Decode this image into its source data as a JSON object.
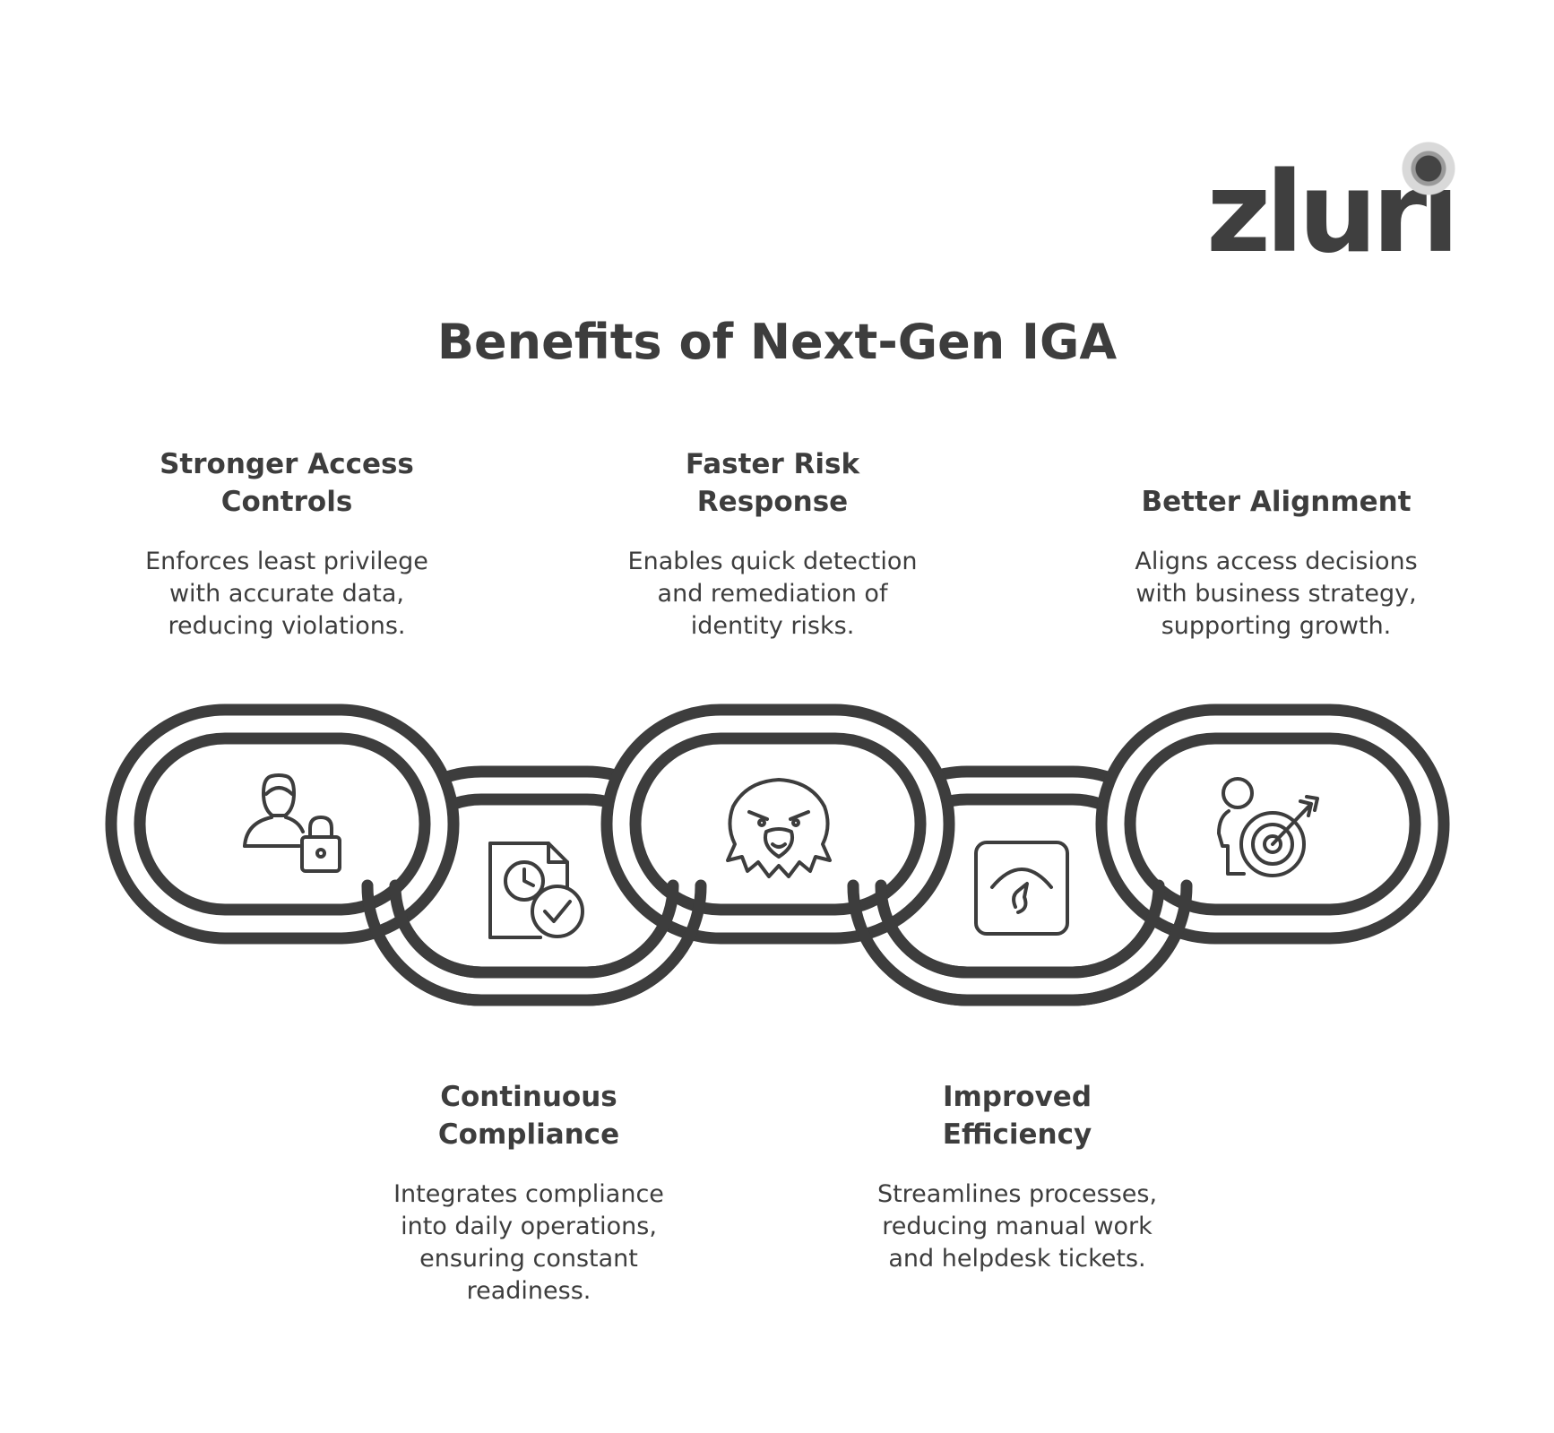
{
  "brand": {
    "logo_text": "zluri"
  },
  "title": "Benefits of Next-Gen IGA",
  "benefits": [
    {
      "heading": "Stronger Access Controls",
      "description": "Enforces least privilege with accurate data, reducing violations.",
      "icon": "user-lock-icon"
    },
    {
      "heading": "Continuous Compliance",
      "description": "Integrates compliance into daily operations, ensuring constant readiness.",
      "icon": "document-clock-check-icon"
    },
    {
      "heading": "Faster Risk Response",
      "description": "Enables quick detection and remediation of identity risks.",
      "icon": "eagle-icon"
    },
    {
      "heading": "Improved Efficiency",
      "description": "Streamlines processes, reducing manual work and helpdesk tickets.",
      "icon": "gauge-icon"
    },
    {
      "heading": "Better Alignment",
      "description": "Aligns access decisions with business strategy, supporting growth.",
      "icon": "person-target-icon"
    }
  ],
  "colors": {
    "ink": "#3d3d3d",
    "background": "#ffffff"
  }
}
